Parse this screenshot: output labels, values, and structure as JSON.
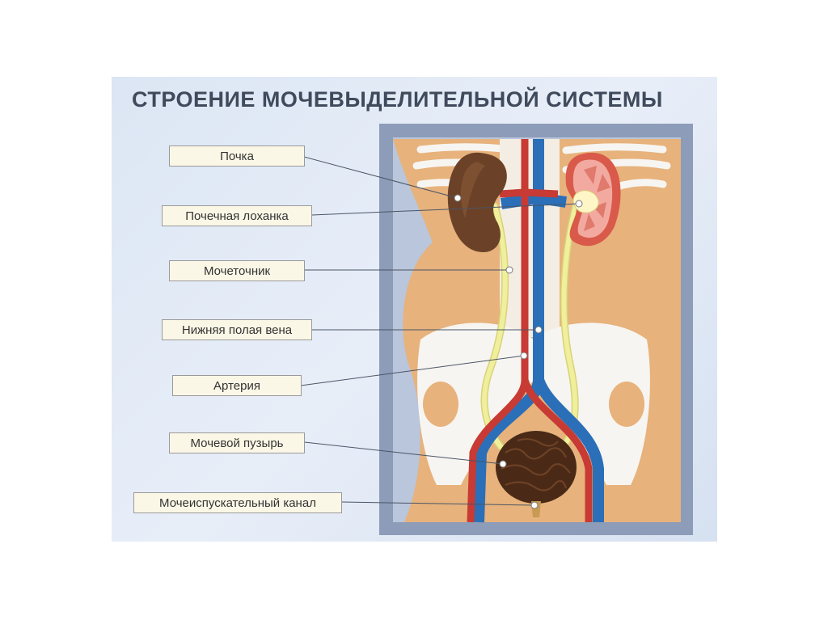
{
  "title": "СТРОЕНИЕ МОЧЕВЫДЕЛИТЕЛЬНОЙ СИСТЕМЫ",
  "labels": [
    "Почка",
    "Почечная лоханка",
    "Мочеточник",
    "Нижняя полая вена",
    "Артерия",
    "Мочевой пузырь",
    "Мочеиспускательный канал"
  ],
  "colors": {
    "frame": "#8d9cb8",
    "body": "#e7b27c",
    "bone": "#f7f5f1",
    "vein": "#2a6fb8",
    "artery": "#c83a34",
    "ureter": "#efef9c",
    "kidney": "#6b4228",
    "kidney_section": "#f2a9a0",
    "bladder": "#4a2a17"
  }
}
